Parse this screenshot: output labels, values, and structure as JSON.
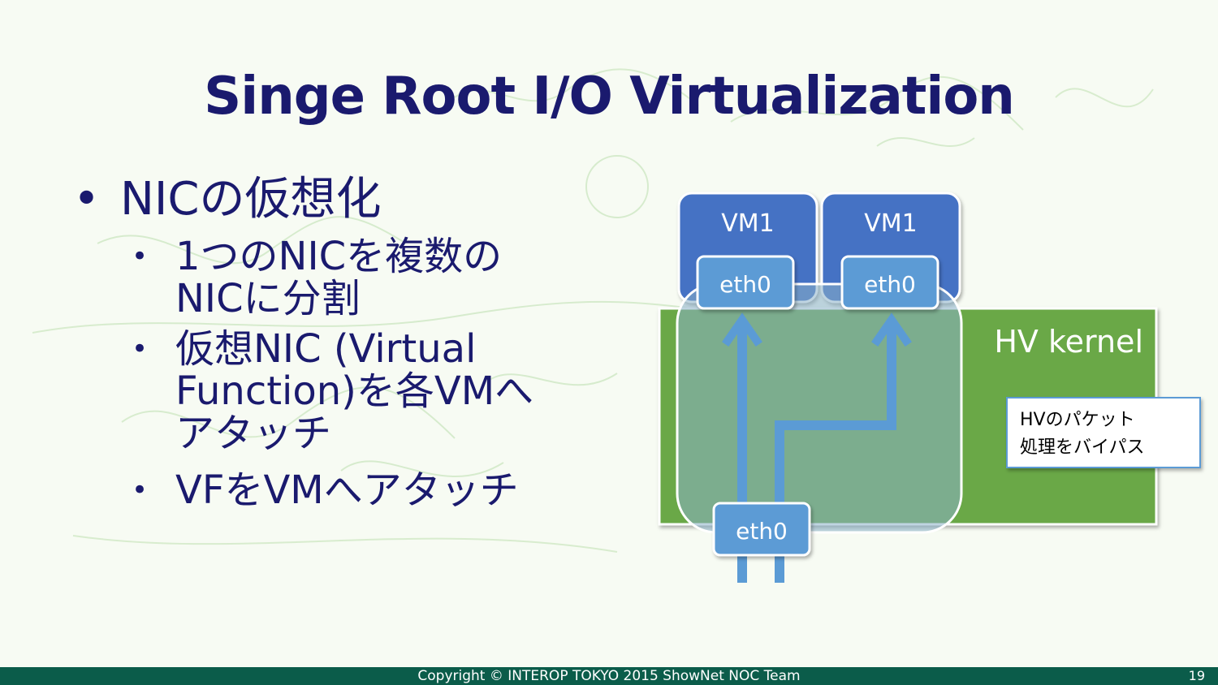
{
  "slide": {
    "title": "Singe Root I/O Virtualization",
    "bullet_main": "NICの仮想化",
    "sub_bullets": [
      {
        "lines": [
          "1つのNICを複数の",
          "NICに分割"
        ]
      },
      {
        "lines": [
          "仮想NIC (Virtual",
          "Function)を各VMへ",
          "アタッチ"
        ]
      },
      {
        "lines": [
          "VFをVMへアタッチ"
        ]
      }
    ]
  },
  "diagram": {
    "vm_left_label": "VM1",
    "vm_right_label": "VM1",
    "vm_left_eth": "eth0",
    "vm_right_eth": "eth0",
    "physical_eth": "eth0",
    "hv_label": "HV kernel",
    "callout_lines": [
      "HVのパケット",
      "処理をバイパス"
    ]
  },
  "colors": {
    "title": "#1a1a6e",
    "hv_green": "#6aa846",
    "vm_blue": "#4472c4",
    "eth_blue": "#5b9bd5",
    "nic_overlay": "#7fa8a0",
    "footer": "#0b5c4a"
  },
  "footer": {
    "copyright": "Copyright © INTEROP TOKYO 2015 ShowNet NOC Team",
    "page_number": "19"
  }
}
